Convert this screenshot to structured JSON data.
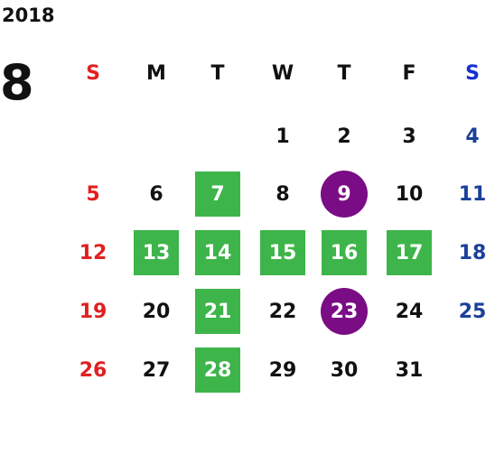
{
  "calendar": {
    "year": "2018",
    "month": "8",
    "weekdays": [
      "S",
      "M",
      "T",
      "W",
      "T",
      "F",
      "S"
    ],
    "weeks": [
      [
        null,
        null,
        null,
        {
          "d": "1"
        },
        {
          "d": "2"
        },
        {
          "d": "3"
        },
        {
          "d": "4"
        }
      ],
      [
        {
          "d": "5"
        },
        {
          "d": "6"
        },
        {
          "d": "7",
          "mark": "green"
        },
        {
          "d": "8"
        },
        {
          "d": "9",
          "mark": "purple"
        },
        {
          "d": "10"
        },
        {
          "d": "11"
        }
      ],
      [
        {
          "d": "12"
        },
        {
          "d": "13",
          "mark": "green"
        },
        {
          "d": "14",
          "mark": "green"
        },
        {
          "d": "15",
          "mark": "green"
        },
        {
          "d": "16",
          "mark": "green"
        },
        {
          "d": "17",
          "mark": "green"
        },
        {
          "d": "18"
        }
      ],
      [
        {
          "d": "19"
        },
        {
          "d": "20"
        },
        {
          "d": "21",
          "mark": "green"
        },
        {
          "d": "22"
        },
        {
          "d": "23",
          "mark": "purple"
        },
        {
          "d": "24"
        },
        {
          "d": "25"
        }
      ],
      [
        {
          "d": "26"
        },
        {
          "d": "27"
        },
        {
          "d": "28",
          "mark": "green"
        },
        {
          "d": "29"
        },
        {
          "d": "30"
        },
        {
          "d": "31"
        },
        null
      ]
    ]
  },
  "colors": {
    "sunday": "#e02020",
    "saturday": "#1b3f9a",
    "green_mark": "#3db54a",
    "purple_mark": "#7a0c85"
  }
}
